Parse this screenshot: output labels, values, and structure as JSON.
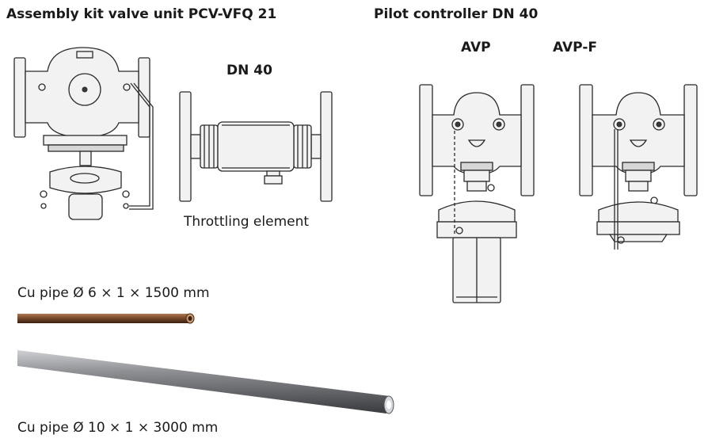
{
  "headings": {
    "assembly_kit": "Assembly kit valve unit PCV-VFQ 21",
    "pilot_controller": "Pilot controller DN 40"
  },
  "throttling": {
    "size": "DN 40",
    "caption": "Throttling element"
  },
  "pilot_variants": {
    "left": "AVP",
    "right": "AVP-F"
  },
  "pipes": {
    "small": "Cu pipe Ø 6 × 1 × 1500 mm",
    "large": "Cu pipe Ø 10 × 1 × 3000 mm"
  },
  "colors": {
    "copper": "#7a4a2c",
    "steel": "#8e9094"
  }
}
